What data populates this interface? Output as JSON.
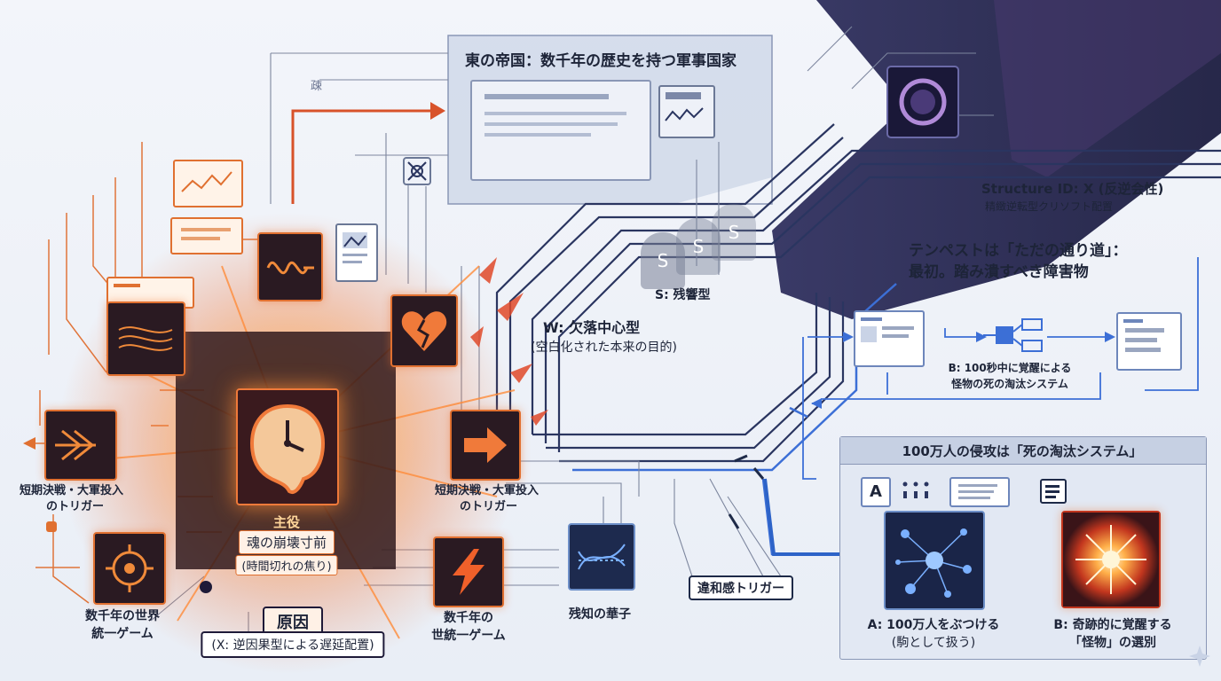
{
  "top_box": {
    "title": "東の帝国：数千年の歴史を持つ軍事国家",
    "small_mark": "疎"
  },
  "protagonist": {
    "label": "主役",
    "title": "魂の崩壊寸前",
    "sub": "(時間切れの焦り)"
  },
  "cause": {
    "title": "原因",
    "sub": "(X: 逆因果型による遅延配置)"
  },
  "left_trigger": {
    "line1": "短期決戦・大軍投入",
    "line2": "のトリガー"
  },
  "right_trigger": {
    "line1": "短期決戦・大軍投入",
    "line2": "のトリガー"
  },
  "left_game": {
    "line1": "数千年の世界",
    "line2": "統一ゲーム"
  },
  "right_game": {
    "line1": "数千年の",
    "line2": "世統一ゲーム"
  },
  "w_type": {
    "title": "W: 欠落中心型",
    "sub": "(空白化された本来の目的)"
  },
  "s_type": {
    "label": "S: 残響型",
    "glyphs": [
      "S",
      "S",
      "S"
    ]
  },
  "remnant": {
    "label": "残知の華子"
  },
  "dissonance": {
    "label": "違和感トリガー"
  },
  "structure": {
    "title": "Structure ID: X (反逆会性)",
    "sub": "精緻逆転型クリソフト配置"
  },
  "tempest": {
    "line1": "テンペストは「ただの通り道」：",
    "line2": "最初。踏み潰すべき障害物"
  },
  "b_flow": {
    "line1": "B: 100秒中に覚醒による",
    "line2": "怪物の死の淘汰システム"
  },
  "invasion": {
    "title": "100万人の侵攻は「死の淘汰システム」",
    "a_line1": "A: 100万人をぶつける",
    "a_line2": "(駒として扱う)",
    "b_line1": "B: 奇跡的に覚醒する",
    "b_line2": "「怪物」の選別",
    "doc_glyph": "A"
  },
  "colors": {
    "fire": "#e8682a",
    "navy": "#1f2a4d",
    "blue": "#2d63c8",
    "accent_red": "#d8472b"
  }
}
